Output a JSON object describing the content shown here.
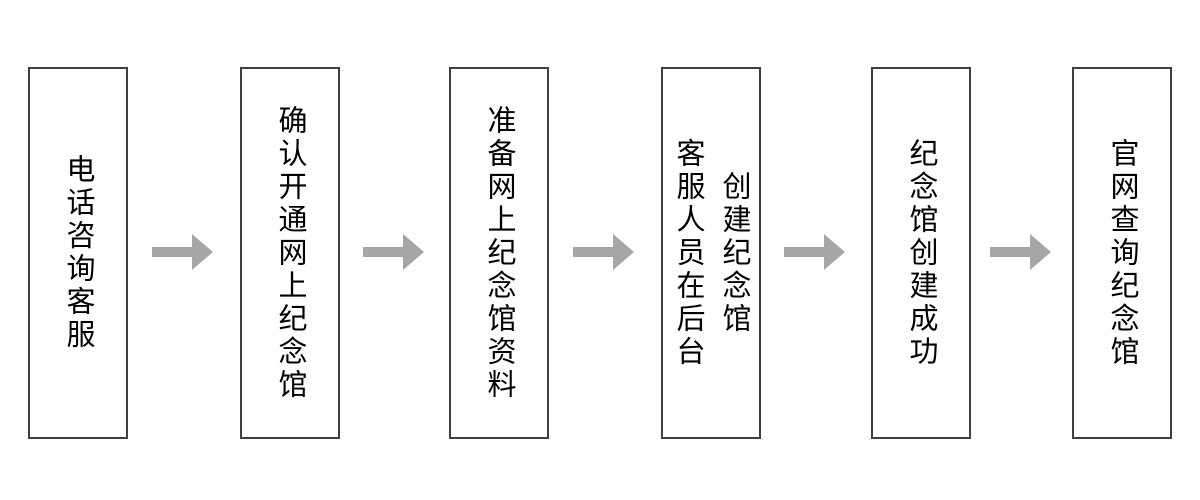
{
  "flowchart": {
    "background_color": "#ffffff",
    "box_border_color": "#404040",
    "text_color": "#000000",
    "arrow_color": "#a6a6a6",
    "steps": [
      {
        "label": "电话咨询客服"
      },
      {
        "label": "确认开通网上纪念馆"
      },
      {
        "label": "准备网上纪念馆资料"
      },
      {
        "label": "客服人员在后台\n创建纪念馆"
      },
      {
        "label": "纪念馆创建成功"
      },
      {
        "label": "官网查询纪念馆"
      }
    ]
  }
}
